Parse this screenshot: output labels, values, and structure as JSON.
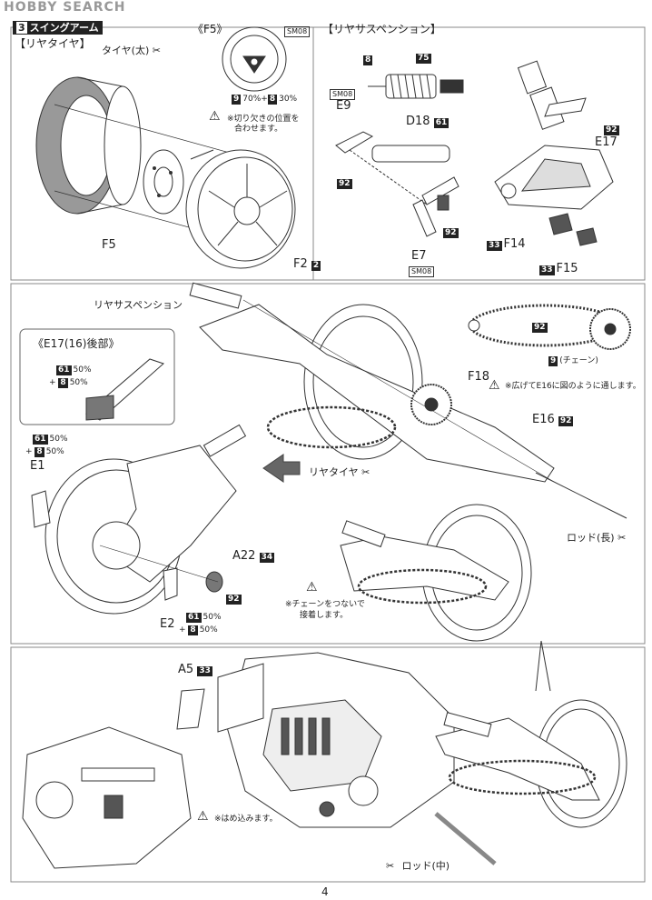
{
  "watermark": "HOBBY SEARCH",
  "step": {
    "number": "3",
    "title": "スイングアーム"
  },
  "panel1": {
    "rear_tire_heading": "【リヤタイヤ】",
    "tire_label": "タイヤ(太)",
    "f5_heading": "《F5》",
    "f5_paint_tag": "SM08",
    "f5_mix": {
      "a_code": "9",
      "a_pct": "70%",
      "plus": "+",
      "b_code": "8",
      "b_pct": "30%"
    },
    "caution_text_1": "※切り欠きの位置を",
    "caution_text_2": "合わせます。",
    "part_f5": "F5",
    "part_f2": "F2",
    "part_f2_color": "2",
    "rear_susp_heading": "【リヤサスペンション】",
    "susp_code_8": "8",
    "susp_code_75": "75",
    "e9_tag": "SM08",
    "part_e9": "E9",
    "part_d18": "D18",
    "d18_color": "61",
    "e9_color": "92",
    "e7_color": "92",
    "part_e7": "E7",
    "e7_tag": "SM08",
    "e17_color": "92",
    "part_e17": "E17",
    "part_f14": "F14",
    "f14_color": "33",
    "part_f15": "F15",
    "f15_color": "33"
  },
  "panel2": {
    "rear_susp_label": "リヤサスペンション",
    "e17_heading": "《E17(16)後部》",
    "e17_mix": {
      "a_code": "61",
      "a_pct": "50%",
      "plus": "+",
      "b_code": "8",
      "b_pct": "50%"
    },
    "chain_color": "92",
    "chain_code": "9",
    "chain_label": "(チェーン)",
    "part_f18": "F18",
    "f18_note": "※広げてE16に図のように通します。",
    "part_e16": "E16",
    "e16_color": "92",
    "rear_tire_label": "リヤタイヤ",
    "rod_long": "ロッド(長)",
    "e1_mix": {
      "a_code": "61",
      "a_pct": "50%",
      "plus": "+",
      "b_code": "8",
      "b_pct": "50%"
    },
    "part_e1": "E1",
    "part_a22": "A22",
    "a22_color": "34",
    "a22_sub_color": "92",
    "part_e2": "E2",
    "e2_mix": {
      "a_code": "61",
      "a_pct": "50%",
      "plus": "+",
      "b_code": "8",
      "b_pct": "50%"
    },
    "chain_note_1": "※チェーンをつないで",
    "chain_note_2": "接着します。"
  },
  "panel3": {
    "part_a5": "A5",
    "a5_color": "33",
    "fit_note": "※はめ込みます。",
    "rod_mid": "ロッド(中)"
  },
  "page_number": "4"
}
